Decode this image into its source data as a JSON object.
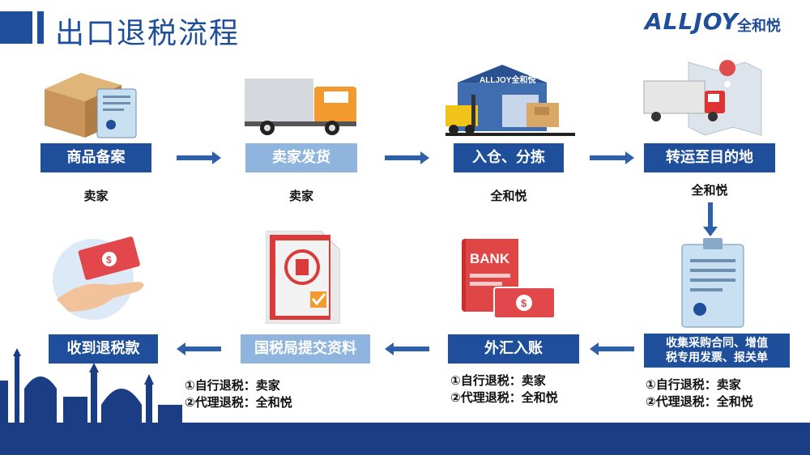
{
  "title": "出口退税流程",
  "logo": {
    "brand": "ALLJOY",
    "cn": "全和悦"
  },
  "truck_logo_text": "ALLJOY全和悦",
  "bank_text": "BANK",
  "steps": [
    {
      "label": "商品备案",
      "actor": "卖家"
    },
    {
      "label": "卖家发货",
      "actor": "卖家"
    },
    {
      "label": "入仓、分拣",
      "actor": "全和悦"
    },
    {
      "label": "转运至目的地",
      "actor": "全和悦"
    },
    {
      "label": "收集采购合同、增值税专用发票、报关单",
      "line1": "收集采购合同、增值",
      "line2": "税专用发票、报关单",
      "note1": "①自行退税：卖家",
      "note2": "②代理退税：全和悦"
    },
    {
      "label": "外汇入账",
      "note1": "①自行退税：卖家",
      "note2": "②代理退税：全和悦"
    },
    {
      "label": "国税局提交资料",
      "note1": "①自行退税：卖家",
      "note2": "②代理退税：全和悦"
    },
    {
      "label": "收到退税款"
    }
  ]
}
